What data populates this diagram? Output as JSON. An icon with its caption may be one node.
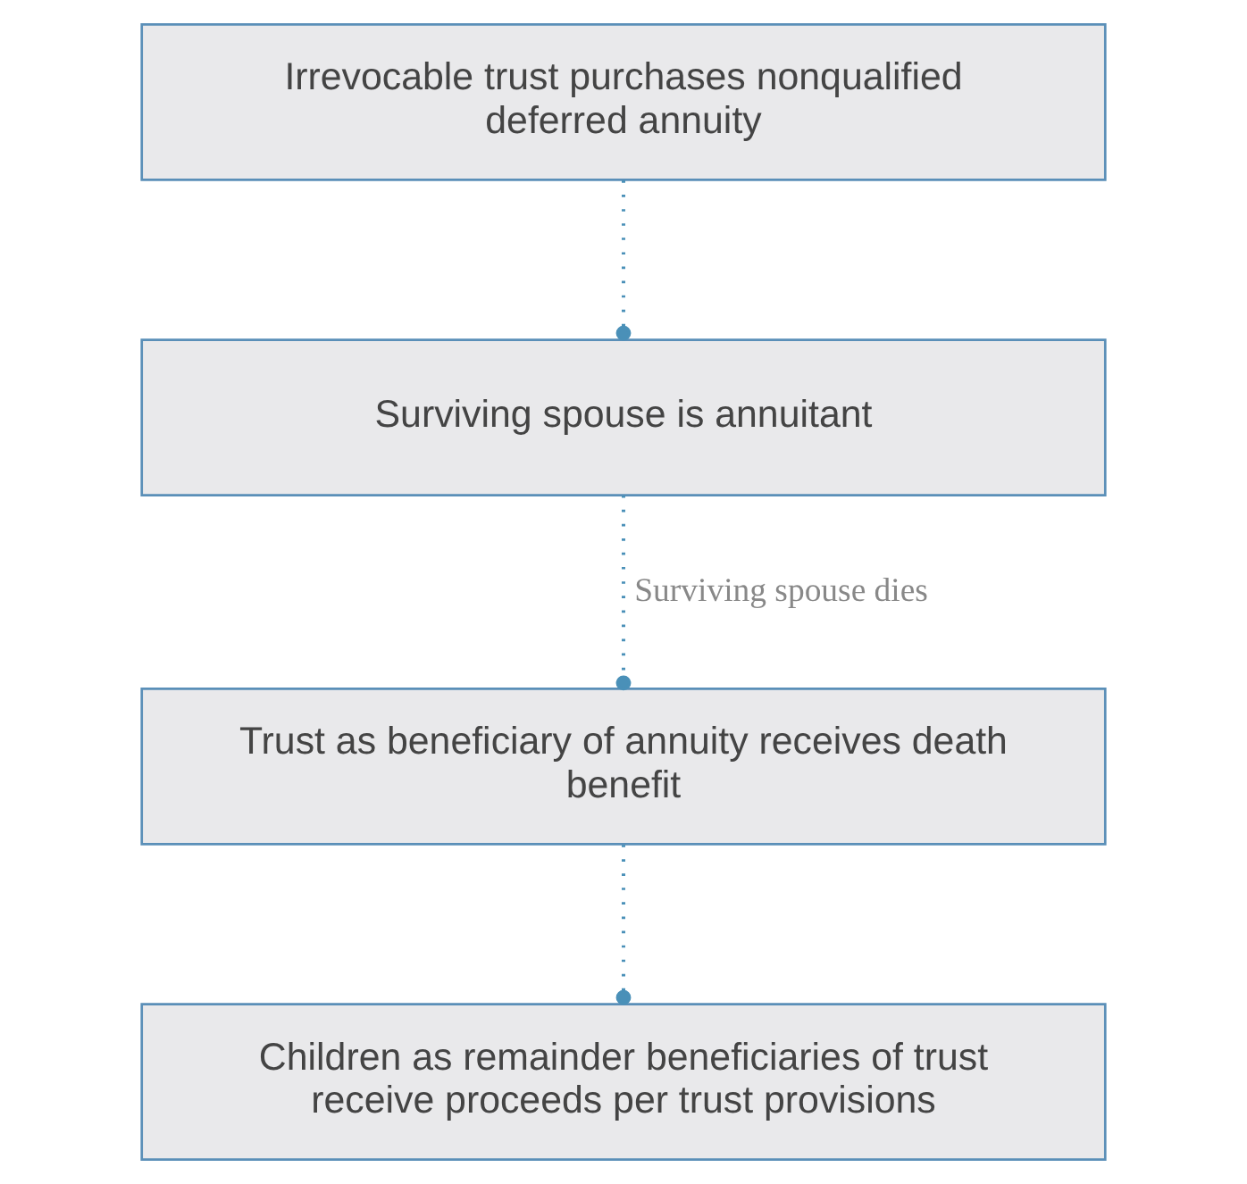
{
  "diagram": {
    "nodes": [
      {
        "text": [
          "Irrevocable trust purchases nonqualified deferred annuity"
        ]
      },
      {
        "text": [
          "Surviving spouse is annuitant"
        ]
      },
      {
        "text": [
          "Trust as beneficiary of annuity receives death benefit"
        ]
      },
      {
        "text": [
          "Children as remainder beneficiaries of trust receive proceeds per trust provisions"
        ]
      }
    ],
    "edges": [
      {
        "from": 0,
        "to": 1,
        "arrow": "other"
      },
      {
        "from": 1,
        "to": 2,
        "arrow": "other",
        "label": "Surviving spouse dies"
      },
      {
        "from": 2,
        "to": 3,
        "arrow": "other"
      }
    ]
  }
}
